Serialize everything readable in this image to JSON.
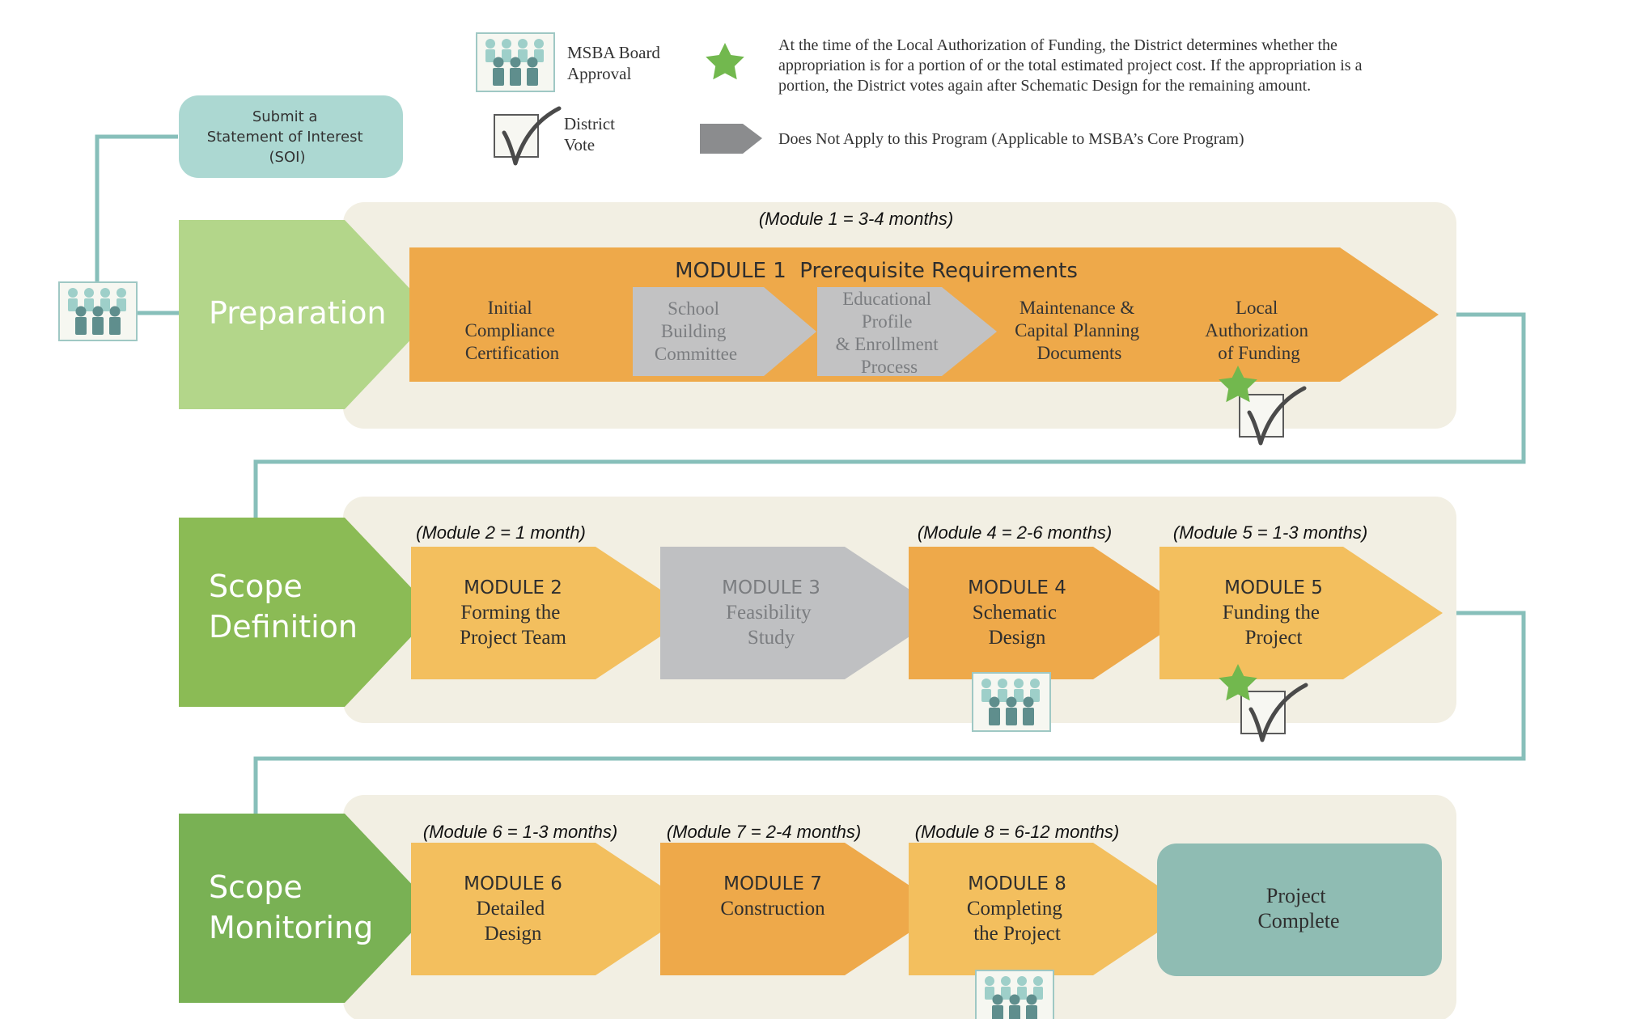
{
  "legend": {
    "board_label": [
      "MSBA Board",
      "Approval"
    ],
    "vote_label": [
      "District",
      "Vote"
    ],
    "star_note": [
      "At the time of the Local Authorization of Funding, the District determines whether the",
      "appropriation is for a portion of or the total estimated project cost. If the appropriation is a",
      "portion, the District votes again after Schematic Design for the remaining amount."
    ],
    "grey_note": "Does Not Apply to this Program (Applicable to MSBA’s Core Program)"
  },
  "soi": {
    "lines": [
      "Submit a",
      "Statement of Interest",
      "(SOI)"
    ]
  },
  "phases": {
    "preparation": {
      "label": [
        "Preparation"
      ],
      "duration": "(Module 1 = 3-4 months)",
      "module_title": "MODULE 1  Prerequisite Requirements",
      "steps": {
        "initial": [
          "Initial",
          "Compliance",
          "Certification"
        ],
        "sbc": [
          "School",
          "Building",
          "Committee"
        ],
        "edu": [
          "Educational",
          "Profile",
          "& Enrollment",
          "Process"
        ],
        "maint": [
          "Maintenance &",
          "Capital Planning",
          "Documents"
        ],
        "local": [
          "Local",
          "Authorization",
          "of Funding"
        ]
      }
    },
    "scope_definition": {
      "label": [
        "Scope",
        "Definition"
      ],
      "durations": {
        "m2": "(Module 2 = 1 month)",
        "m4": "(Module 4 = 2-6 months)",
        "m5": "(Module 5 = 1-3 months)"
      },
      "modules": {
        "m2": [
          "MODULE 2",
          "Forming the",
          "Project Team"
        ],
        "m3": [
          "MODULE 3",
          "Feasibility",
          "Study"
        ],
        "m4": [
          "MODULE 4",
          "Schematic",
          "Design"
        ],
        "m5": [
          "MODULE 5",
          "Funding the",
          "Project"
        ]
      }
    },
    "scope_monitoring": {
      "label": [
        "Scope",
        "Monitoring"
      ],
      "durations": {
        "m6": "(Module 6 = 1-3 months)",
        "m7": "(Module 7 = 2-4 months)",
        "m8": "(Module 8 = 6-12 months)"
      },
      "modules": {
        "m6": [
          "MODULE 6",
          "Detailed",
          "Design"
        ],
        "m7": [
          "MODULE 7",
          "Construction"
        ],
        "m8": [
          "MODULE 8",
          "Completing",
          "the Project"
        ]
      },
      "complete": [
        "Project",
        "Complete"
      ]
    }
  },
  "colors": {
    "connector": "#87bfba",
    "panel": "#f2efe3",
    "light_green": "#b3d68a",
    "mid_green": "#8bbb55",
    "dark_green": "#79b154",
    "orange": "#eea94a",
    "light_orange": "#f3bf5e",
    "grey": "#bfc0c2",
    "teal": "#8fbcb3",
    "soi_fill": "#acd8d2",
    "star": "#72b84e",
    "person_light": "#9ecfc9",
    "person_dark": "#5f8e8d"
  }
}
